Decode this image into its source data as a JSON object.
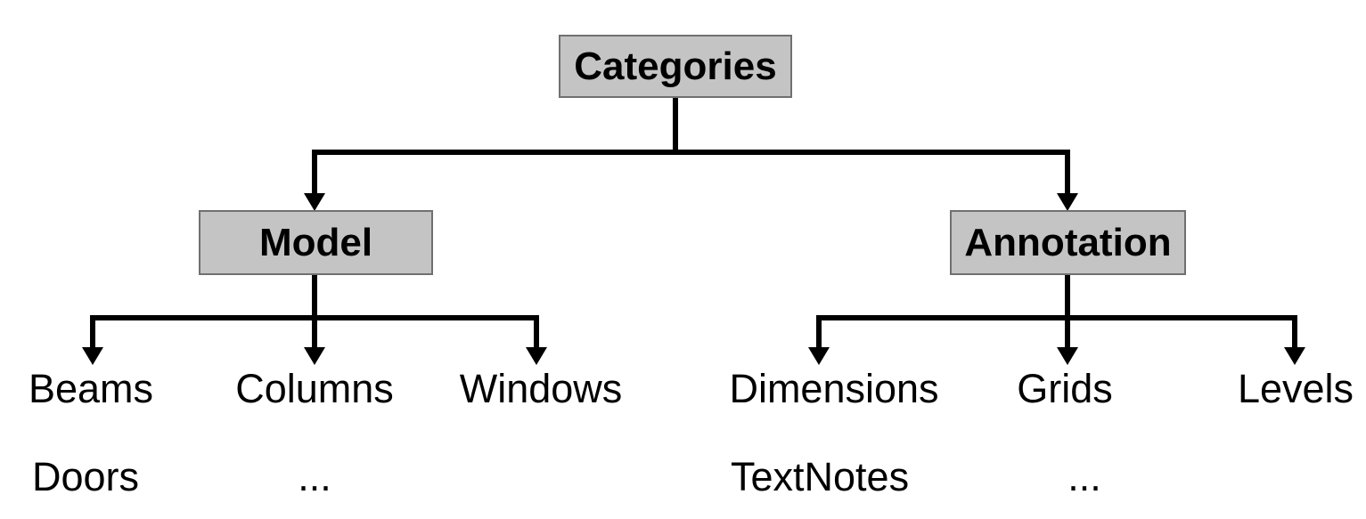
{
  "diagram": {
    "root": {
      "label": "Categories"
    },
    "branches": [
      {
        "label": "Model",
        "children": [
          "Beams",
          "Columns",
          "Windows"
        ],
        "more": [
          "Doors",
          "..."
        ]
      },
      {
        "label": "Annotation",
        "children": [
          "Dimensions",
          "Grids",
          "Levels"
        ],
        "more": [
          "TextNotes",
          "..."
        ]
      }
    ],
    "colors": {
      "background": "#ffffff",
      "box_fill": "#c4c4c4",
      "box_border": "#707070",
      "line": "#000000",
      "text": "#000000"
    }
  }
}
